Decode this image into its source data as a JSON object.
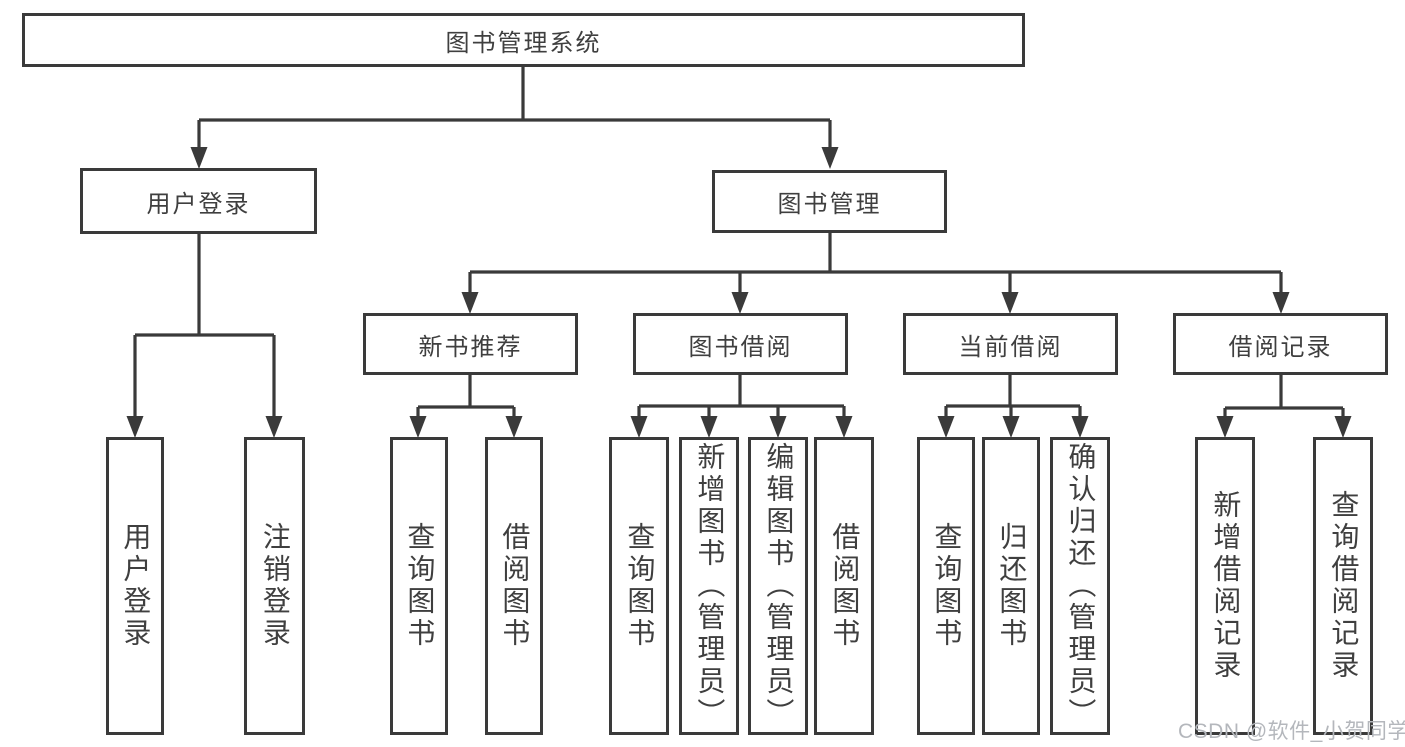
{
  "diagram": {
    "type": "tree",
    "root": {
      "label": "图书管理系统"
    },
    "branches": [
      {
        "label": "用户登录",
        "children": [
          {
            "label": "用户登录"
          },
          {
            "label": "注销登录"
          }
        ]
      },
      {
        "label": "图书管理",
        "children": [
          {
            "label": "新书推荐",
            "children": [
              {
                "label": "查询图书"
              },
              {
                "label": "借阅图书"
              }
            ]
          },
          {
            "label": "图书借阅",
            "children": [
              {
                "label": "查询图书"
              },
              {
                "label": "新增图书（管理员）"
              },
              {
                "label": "编辑图书（管理员）"
              },
              {
                "label": "借阅图书"
              }
            ]
          },
          {
            "label": "当前借阅",
            "children": [
              {
                "label": "查询图书"
              },
              {
                "label": "归还图书"
              },
              {
                "label": "确认归还（管理员）"
              }
            ]
          },
          {
            "label": "借阅记录",
            "children": [
              {
                "label": "新增借阅记录"
              },
              {
                "label": "查询借阅记录"
              }
            ]
          }
        ]
      }
    ]
  },
  "watermark": {
    "text": "CSDN @软件_小贺同学"
  },
  "colors": {
    "line": "#3a3a3a",
    "box_border": "#3a3a3a",
    "text": "#3f3f3f",
    "watermark": "#b4b7bc",
    "background": "#ffffff"
  }
}
